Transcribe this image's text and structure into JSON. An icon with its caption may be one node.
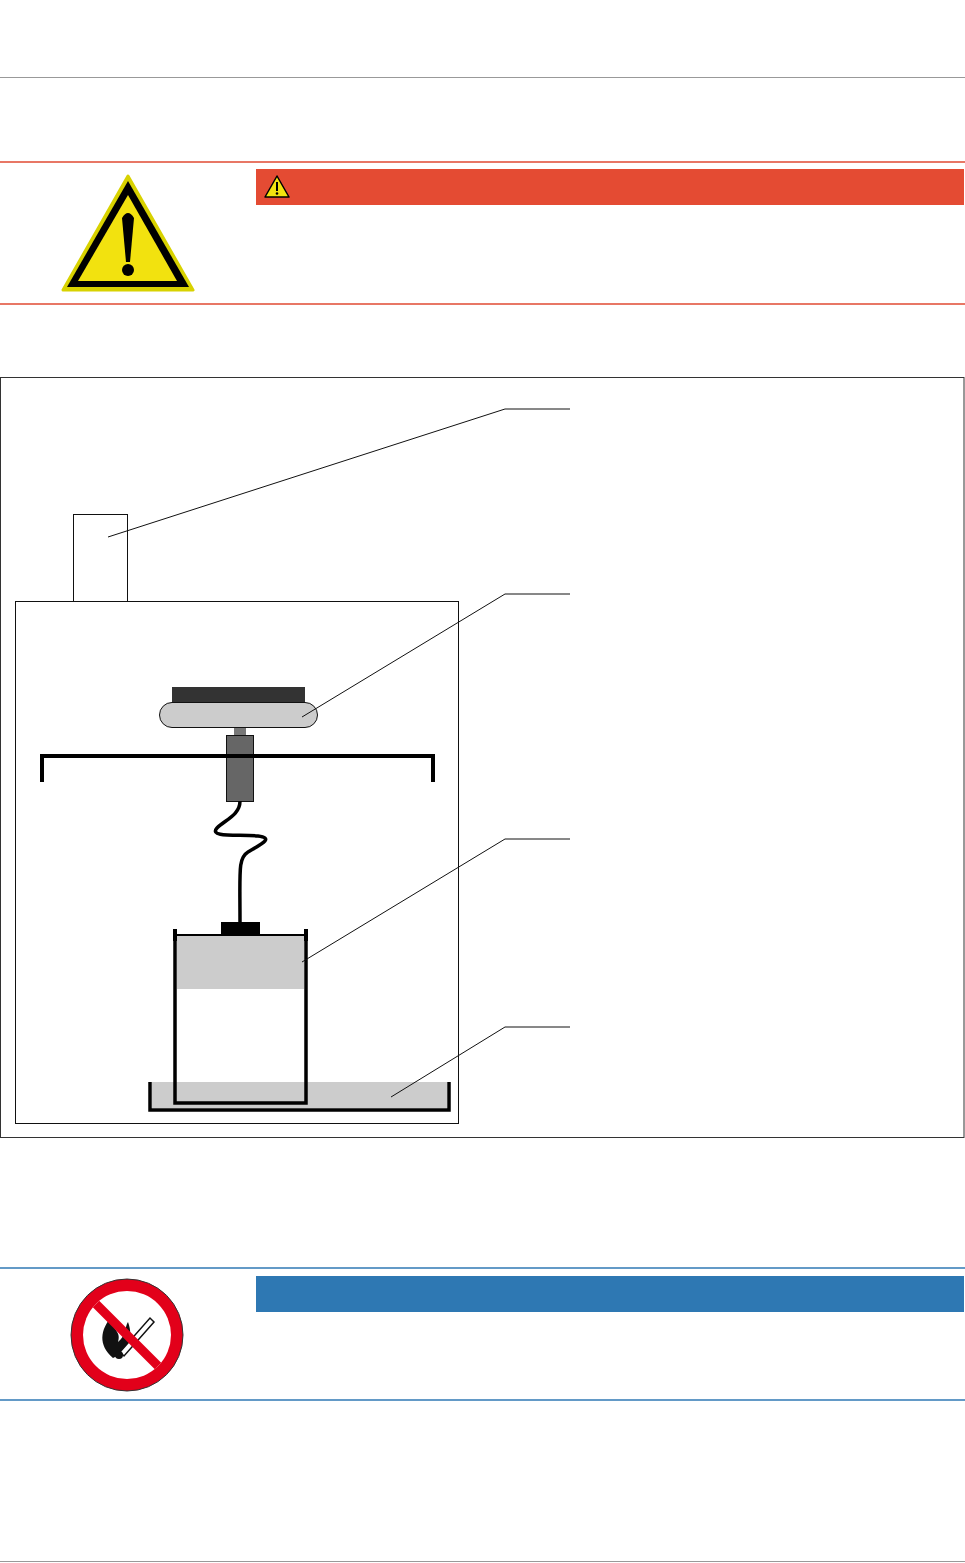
{
  "diagram": {
    "nodes": [
      {
        "text": [],
        "shape": "box"
      },
      {
        "text": [],
        "shape": "box"
      },
      {
        "text": [],
        "shape": "box"
      },
      {
        "text": [],
        "shape": "bar"
      }
    ],
    "edges": [
      {
        "from": null,
        "to": 0,
        "arrow": "none"
      },
      {
        "from": null,
        "to": 1,
        "arrow": "none"
      },
      {
        "from": null,
        "to": 2,
        "arrow": "none"
      },
      {
        "from": null,
        "to": 3,
        "arrow": "none"
      }
    ]
  }
}
